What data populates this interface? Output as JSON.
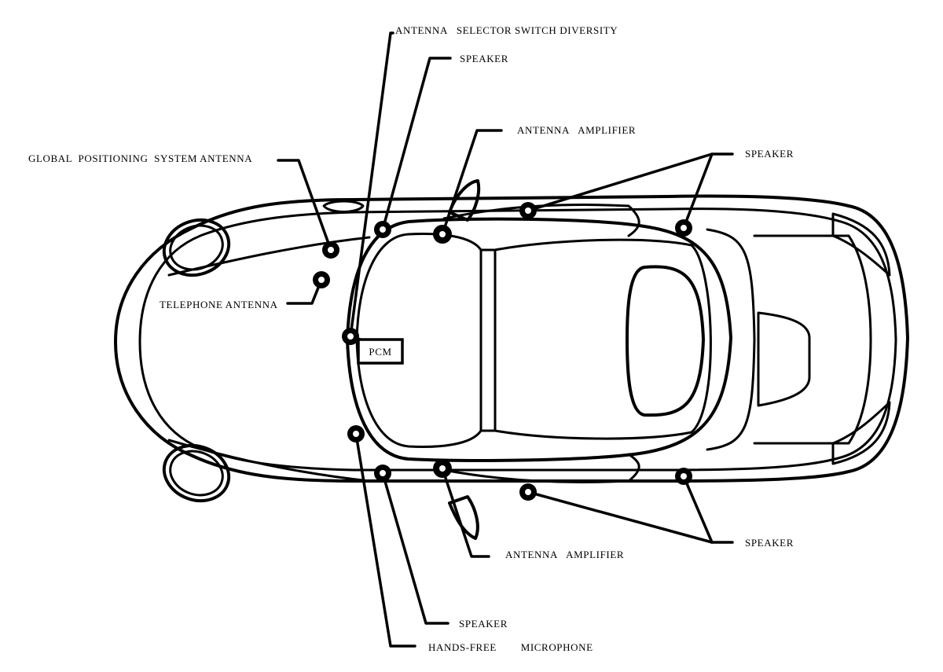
{
  "labels": {
    "antenna_selector_switch_diversity": "ANTENNA   SELECTOR SWITCH DIVERSITY",
    "speaker_top_center": "SPEAKER",
    "antenna_amplifier_top": "ANTENNA   AMPLIFIER",
    "speaker_top_right": "SPEAKER",
    "global_positioning_system_antenna": "GLOBAL  POSITIONING  SYSTEM ANTENNA",
    "telephone_antenna": "TELEPHONE ANTENNA",
    "pcm": "PCM",
    "antenna_amplifier_bottom": "ANTENNA   AMPLIFIER",
    "speaker_bottom_right": "SPEAKER",
    "speaker_bottom_center": "SPEAKER",
    "hands_free_microphone": "HANDS-FREE        MICROPHONE"
  }
}
